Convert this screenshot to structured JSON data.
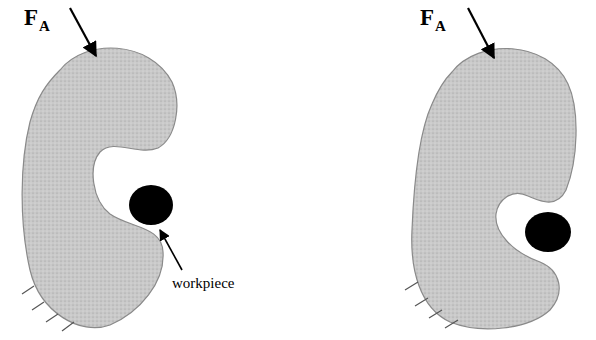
{
  "diagram": {
    "labels": [
      "F",
      "A",
      "workpiece",
      "F",
      "A"
    ]
  }
}
